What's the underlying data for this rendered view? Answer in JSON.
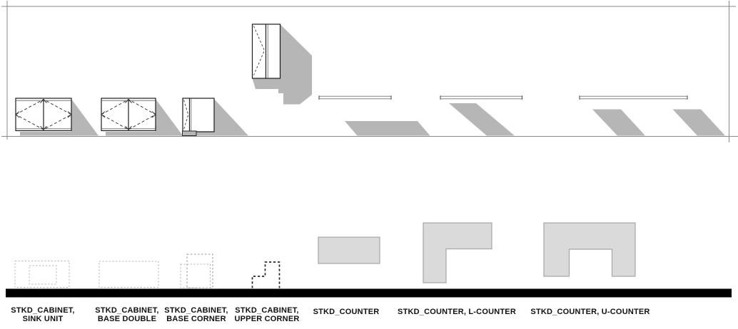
{
  "colors": {
    "background": "#ffffff",
    "line_dark": "#1c1c1c",
    "frame_gray": "#8a8a8a",
    "shadow_gray": "#b6b6b6",
    "counter_plan_fill": "#dadada",
    "counter_plan_stroke": "#a6a6a6",
    "plan_dash_light": "#b4b4b4",
    "plan_dash_dark": "#262626",
    "ground_bar": "#000000",
    "label_text": "#111111"
  },
  "items": [
    {
      "id": "sink-unit",
      "label_line1": "STKD_CABINET,",
      "label_line2": "SINK UNIT"
    },
    {
      "id": "base-double",
      "label_line1": "STKD_CABINET,",
      "label_line2": "BASE DOUBLE"
    },
    {
      "id": "base-corner",
      "label_line1": "STKD_CABINET,",
      "label_line2": "BASE CORNER"
    },
    {
      "id": "upper-corner",
      "label_line1": "STKD_CABINET,",
      "label_line2": "UPPER CORNER"
    },
    {
      "id": "counter",
      "label_line1": "STKD_COUNTER",
      "label_line2": ""
    },
    {
      "id": "l-counter",
      "label_line1": "STKD_COUNTER, L-COUNTER",
      "label_line2": ""
    },
    {
      "id": "u-counter",
      "label_line1": "STKD_COUNTER, U-COUNTER",
      "label_line2": ""
    }
  ]
}
